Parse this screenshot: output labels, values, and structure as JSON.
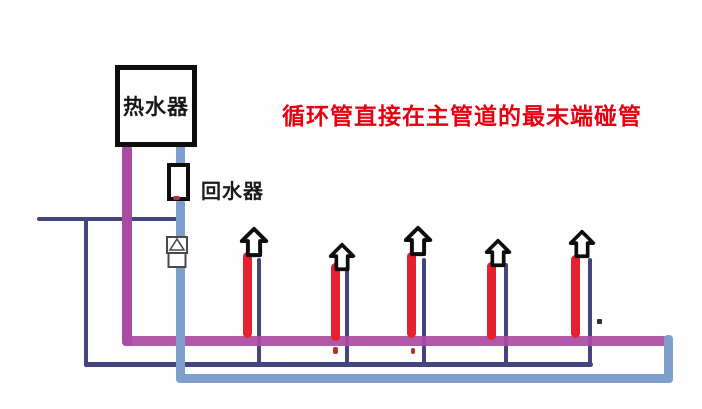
{
  "annotation": {
    "text": "循环管直接在主管道的最末端碰管"
  },
  "components": {
    "water_heater": {
      "label": "热水器"
    },
    "return_water_device": {
      "label": "回水器"
    },
    "faucet_count": 5
  },
  "icons": {
    "faucet": "up-arrow-icon",
    "valve": "check-valve-icon"
  },
  "colors": {
    "annotation": "#e60012",
    "hot-main": "#a94ba2",
    "circulation": "#7e9fcb",
    "cold-line": "#44447e",
    "riser": "#e6212e",
    "outline": "#0d0d0d",
    "valve": "#4a4a4a"
  }
}
